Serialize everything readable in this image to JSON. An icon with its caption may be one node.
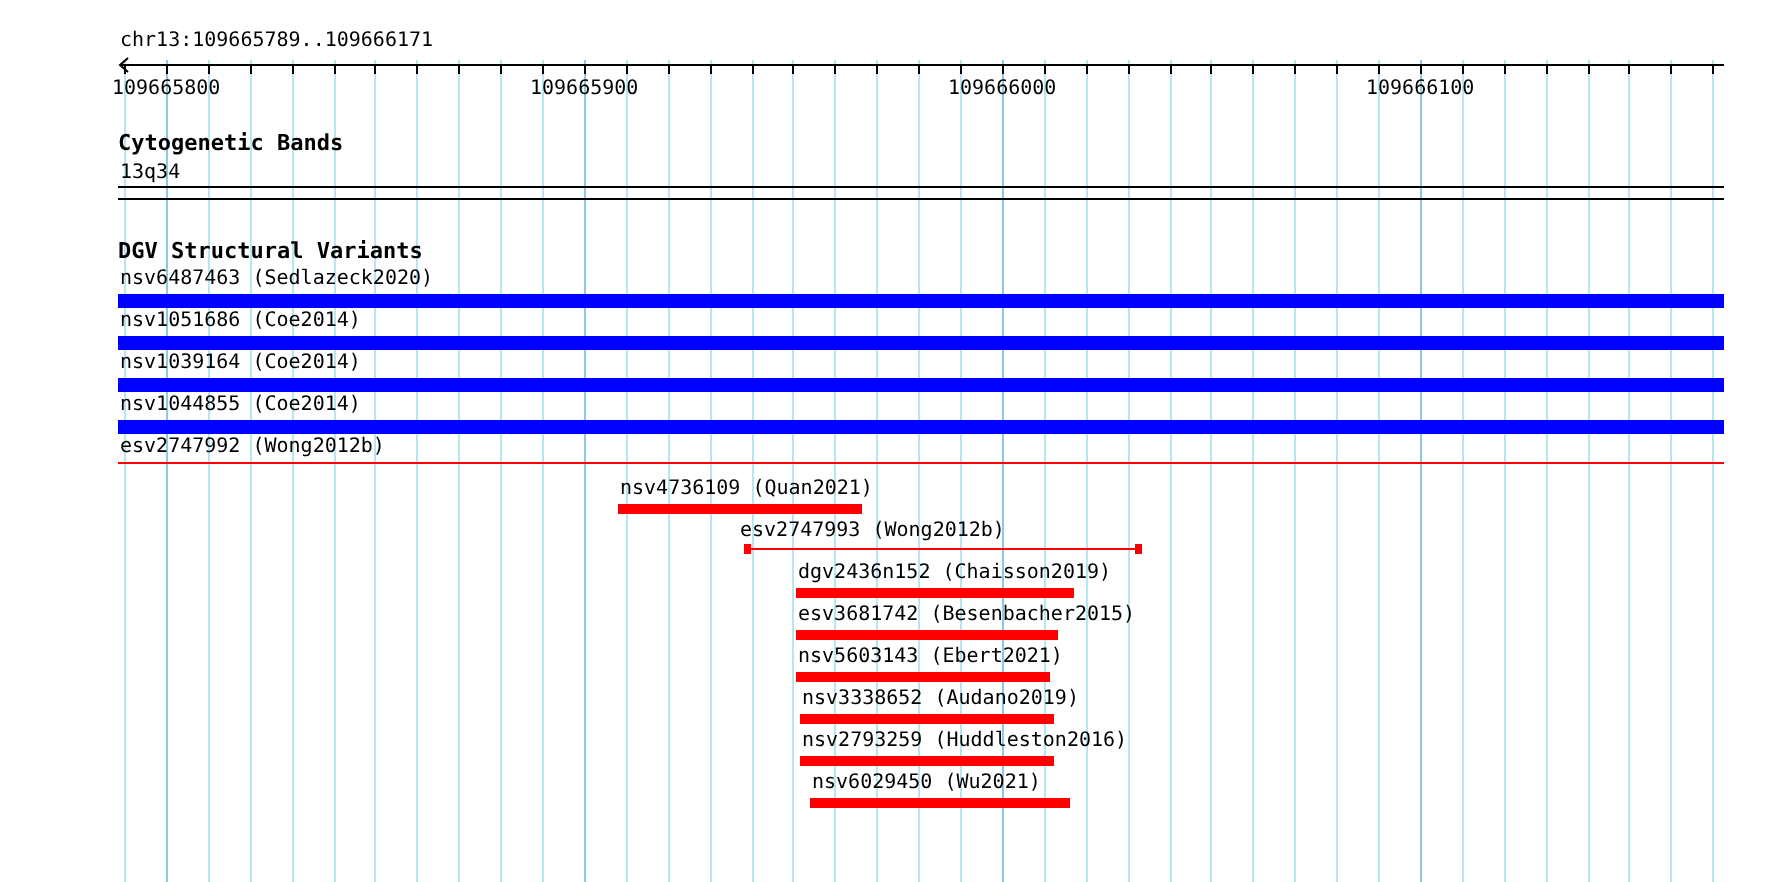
{
  "diagram": {
    "title": "chr13:109665789..109666171",
    "nodes": [
      {
        "text": [
          "Cytogenetic Bands"
        ]
      },
      {
        "text": [
          "13q34"
        ],
        "in": 0
      },
      {
        "text": [
          "DGV Structural Variants"
        ]
      },
      {
        "text": [
          "nsv6487463 (Sedlazeck2020)"
        ],
        "in": 2
      },
      {
        "text": [
          "nsv1051686 (Coe2014)"
        ],
        "in": 2
      },
      {
        "text": [
          "nsv1039164 (Coe2014)"
        ],
        "in": 2
      },
      {
        "text": [
          "nsv1044855 (Coe2014)"
        ],
        "in": 2
      },
      {
        "text": [
          "esv2747992 (Wong2012b)"
        ],
        "in": 2
      },
      {
        "text": [
          "nsv4736109 (Quan2021)"
        ],
        "in": 2
      },
      {
        "text": [
          "esv2747993 (Wong2012b)"
        ],
        "in": 2
      },
      {
        "text": [
          "dgv2436n152 (Chaisson2019)"
        ],
        "in": 2
      },
      {
        "text": [
          "esv3681742 (Besenbacher2015)"
        ],
        "in": 2
      },
      {
        "text": [
          "nsv5603143 (Ebert2021)"
        ],
        "in": 2
      },
      {
        "text": [
          "nsv3338652 (Audano2019)"
        ],
        "in": 2
      },
      {
        "text": [
          "nsv2793259 (Huddleston2016)"
        ],
        "in": 2
      },
      {
        "text": [
          "nsv6029450 (Wu2021)"
        ],
        "in": 2
      }
    ],
    "labels": [
      "109665800",
      "109665900",
      "109666000",
      "109666100"
    ]
  }
}
